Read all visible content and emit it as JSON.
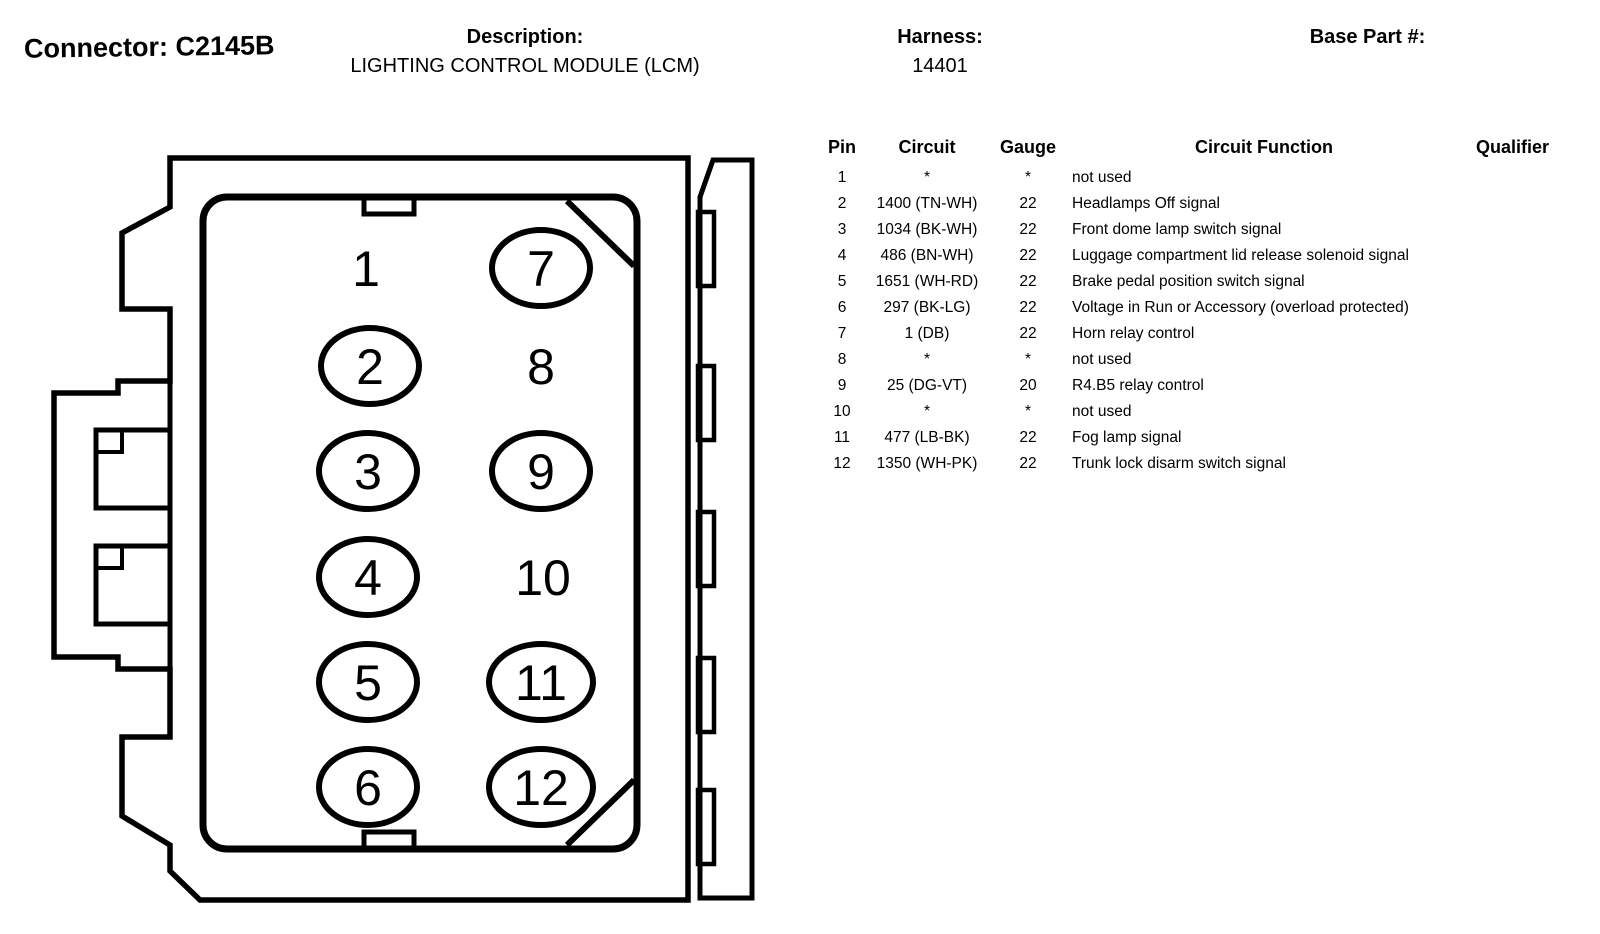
{
  "header": {
    "connector_label": "Connector:",
    "connector_value": "C2145B",
    "description_label": "Description:",
    "description_value": "LIGHTING CONTROL MODULE (LCM)",
    "harness_label": "Harness:",
    "harness_value": "14401",
    "base_part_label": "Base Part #:"
  },
  "diagram": {
    "pins": [
      {
        "number": "1",
        "has_terminal": false
      },
      {
        "number": "2",
        "has_terminal": true
      },
      {
        "number": "3",
        "has_terminal": true
      },
      {
        "number": "4",
        "has_terminal": true
      },
      {
        "number": "5",
        "has_terminal": true
      },
      {
        "number": "6",
        "has_terminal": true
      },
      {
        "number": "7",
        "has_terminal": true
      },
      {
        "number": "8",
        "has_terminal": false
      },
      {
        "number": "9",
        "has_terminal": true
      },
      {
        "number": "10",
        "has_terminal": false
      },
      {
        "number": "11",
        "has_terminal": true
      },
      {
        "number": "12",
        "has_terminal": true
      }
    ]
  },
  "table": {
    "headers": [
      "Pin",
      "Circuit",
      "Gauge",
      "Circuit Function",
      "Qualifier"
    ],
    "rows": [
      {
        "pin": "1",
        "circuit": "*",
        "gauge": "*",
        "function": "not used",
        "qualifier": ""
      },
      {
        "pin": "2",
        "circuit": "1400 (TN-WH)",
        "gauge": "22",
        "function": "Headlamps Off signal",
        "qualifier": ""
      },
      {
        "pin": "3",
        "circuit": "1034 (BK-WH)",
        "gauge": "22",
        "function": "Front dome lamp switch signal",
        "qualifier": ""
      },
      {
        "pin": "4",
        "circuit": "486 (BN-WH)",
        "gauge": "22",
        "function": "Luggage compartment lid release solenoid signal",
        "qualifier": ""
      },
      {
        "pin": "5",
        "circuit": "1651 (WH-RD)",
        "gauge": "22",
        "function": "Brake pedal position switch signal",
        "qualifier": ""
      },
      {
        "pin": "6",
        "circuit": "297 (BK-LG)",
        "gauge": "22",
        "function": "Voltage in Run or Accessory (overload protected)",
        "qualifier": ""
      },
      {
        "pin": "7",
        "circuit": "1 (DB)",
        "gauge": "22",
        "function": "Horn relay control",
        "qualifier": ""
      },
      {
        "pin": "8",
        "circuit": "*",
        "gauge": "*",
        "function": "not used",
        "qualifier": ""
      },
      {
        "pin": "9",
        "circuit": "25 (DG-VT)",
        "gauge": "20",
        "function": "R4.B5 relay control",
        "qualifier": ""
      },
      {
        "pin": "10",
        "circuit": "*",
        "gauge": "*",
        "function": "not used",
        "qualifier": ""
      },
      {
        "pin": "11",
        "circuit": "477 (LB-BK)",
        "gauge": "22",
        "function": "Fog lamp signal",
        "qualifier": ""
      },
      {
        "pin": "12",
        "circuit": "1350 (WH-PK)",
        "gauge": "22",
        "function": "Trunk lock disarm switch signal",
        "qualifier": ""
      }
    ]
  }
}
